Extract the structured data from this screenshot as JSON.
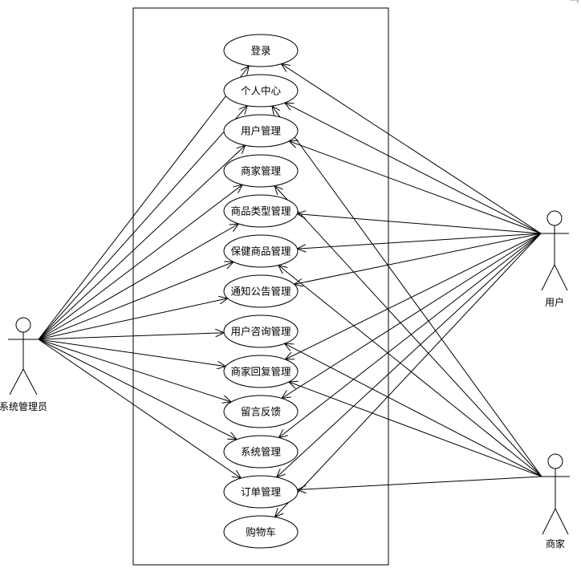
{
  "use_cases": [
    {
      "id": "login",
      "label": "登录"
    },
    {
      "id": "personal-center",
      "label": "个人中心"
    },
    {
      "id": "user-management",
      "label": "用户管理"
    },
    {
      "id": "merchant-management",
      "label": "商家管理"
    },
    {
      "id": "product-type-management",
      "label": "商品类型管理"
    },
    {
      "id": "health-product-management",
      "label": "保健商品管理"
    },
    {
      "id": "notice-management",
      "label": "通知公告管理"
    },
    {
      "id": "user-consult-management",
      "label": "用户咨询管理"
    },
    {
      "id": "merchant-reply-management",
      "label": "商家回复管理"
    },
    {
      "id": "message-feedback",
      "label": "留言反馈"
    },
    {
      "id": "system-management",
      "label": "系统管理"
    },
    {
      "id": "order-management",
      "label": "订单管理"
    },
    {
      "id": "shopping-cart",
      "label": "购物车"
    }
  ],
  "actors": [
    {
      "id": "admin",
      "label": "系统管理员"
    },
    {
      "id": "user",
      "label": "用户"
    },
    {
      "id": "merchant",
      "label": "商家"
    }
  ],
  "associations": {
    "admin": [
      "login",
      "personal-center",
      "user-management",
      "merchant-management",
      "product-type-management",
      "health-product-management",
      "notice-management",
      "user-consult-management",
      "merchant-reply-management",
      "message-feedback",
      "system-management",
      "order-management"
    ],
    "user": [
      "login",
      "personal-center",
      "user-management",
      "product-type-management",
      "health-product-management",
      "notice-management",
      "merchant-reply-management",
      "message-feedback",
      "system-management",
      "order-management",
      "shopping-cart"
    ],
    "merchant": [
      "personal-center",
      "merchant-management",
      "health-product-management",
      "user-consult-management",
      "merchant-reply-management",
      "order-management"
    ]
  }
}
